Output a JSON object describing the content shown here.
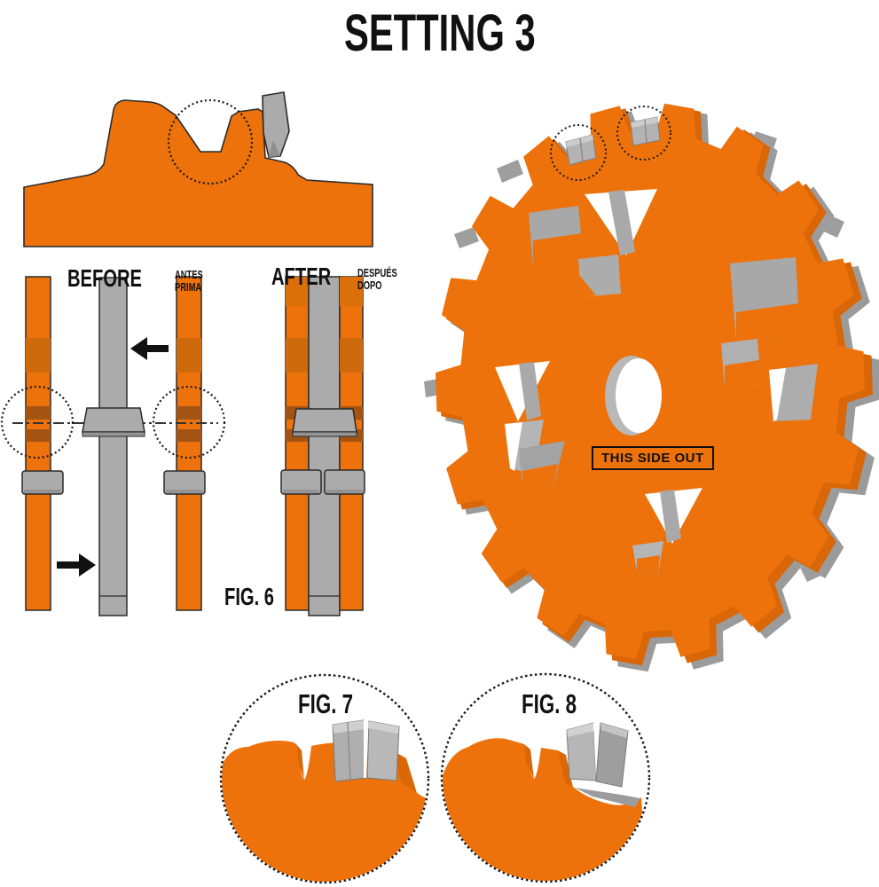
{
  "title": "SETTING 3",
  "labels": {
    "before": "BEFORE",
    "before_sub1": "ANTES",
    "before_sub2": "PRIMA",
    "after": "AFTER",
    "after_sub1": "DESPUÉS",
    "after_sub2": "DOPO",
    "fig6": "FIG. 6",
    "fig7": "FIG. 7",
    "fig8": "FIG. 8",
    "side_out": "THIS SIDE OUT"
  },
  "colors": {
    "orange": "#ED720B",
    "orange_shadow": "#D96607",
    "band_medium": "#CE690C",
    "band_dark": "#A35413",
    "gray": "#ABABAB",
    "gray_dark": "#8F8F8F",
    "outline": "#2B2B2B",
    "text": "#111111",
    "background": "#FFFFFF"
  }
}
